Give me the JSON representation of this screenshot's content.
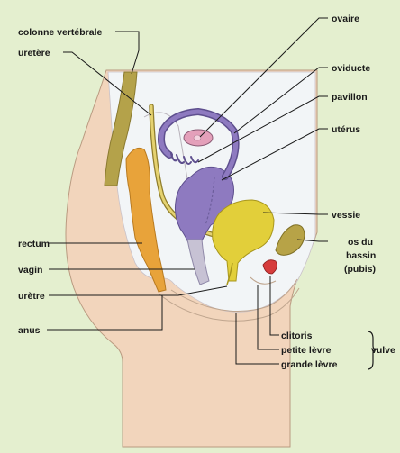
{
  "labels": {
    "colonne": "colonne vertébrale",
    "uretere": "uretère",
    "ovaire": "ovaire",
    "oviducte": "oviducte",
    "pavillon": "pavillon",
    "uterus": "utérus",
    "vessie": "vessie",
    "os1": "os du",
    "os2": "bassin",
    "os3": "(pubis)",
    "rectum": "rectum",
    "vagin": "vagin",
    "uretre": "urètre",
    "anus": "anus",
    "clitoris": "clitoris",
    "petite": "petite lèvre",
    "grande": "grande lèvre",
    "vulve": "vulve"
  },
  "colors": {
    "background": "#e4efcf",
    "body": "#f2d5bc",
    "cavity": "#f2f5f7",
    "spine": "#b4a24a",
    "rectum": "#e8a33a",
    "uterus": "#8e7ac0",
    "bladder": "#e2cf3a",
    "pubis": "#b7a347",
    "clitoris": "#d63c3c",
    "ovary": "#e4a0ba"
  }
}
